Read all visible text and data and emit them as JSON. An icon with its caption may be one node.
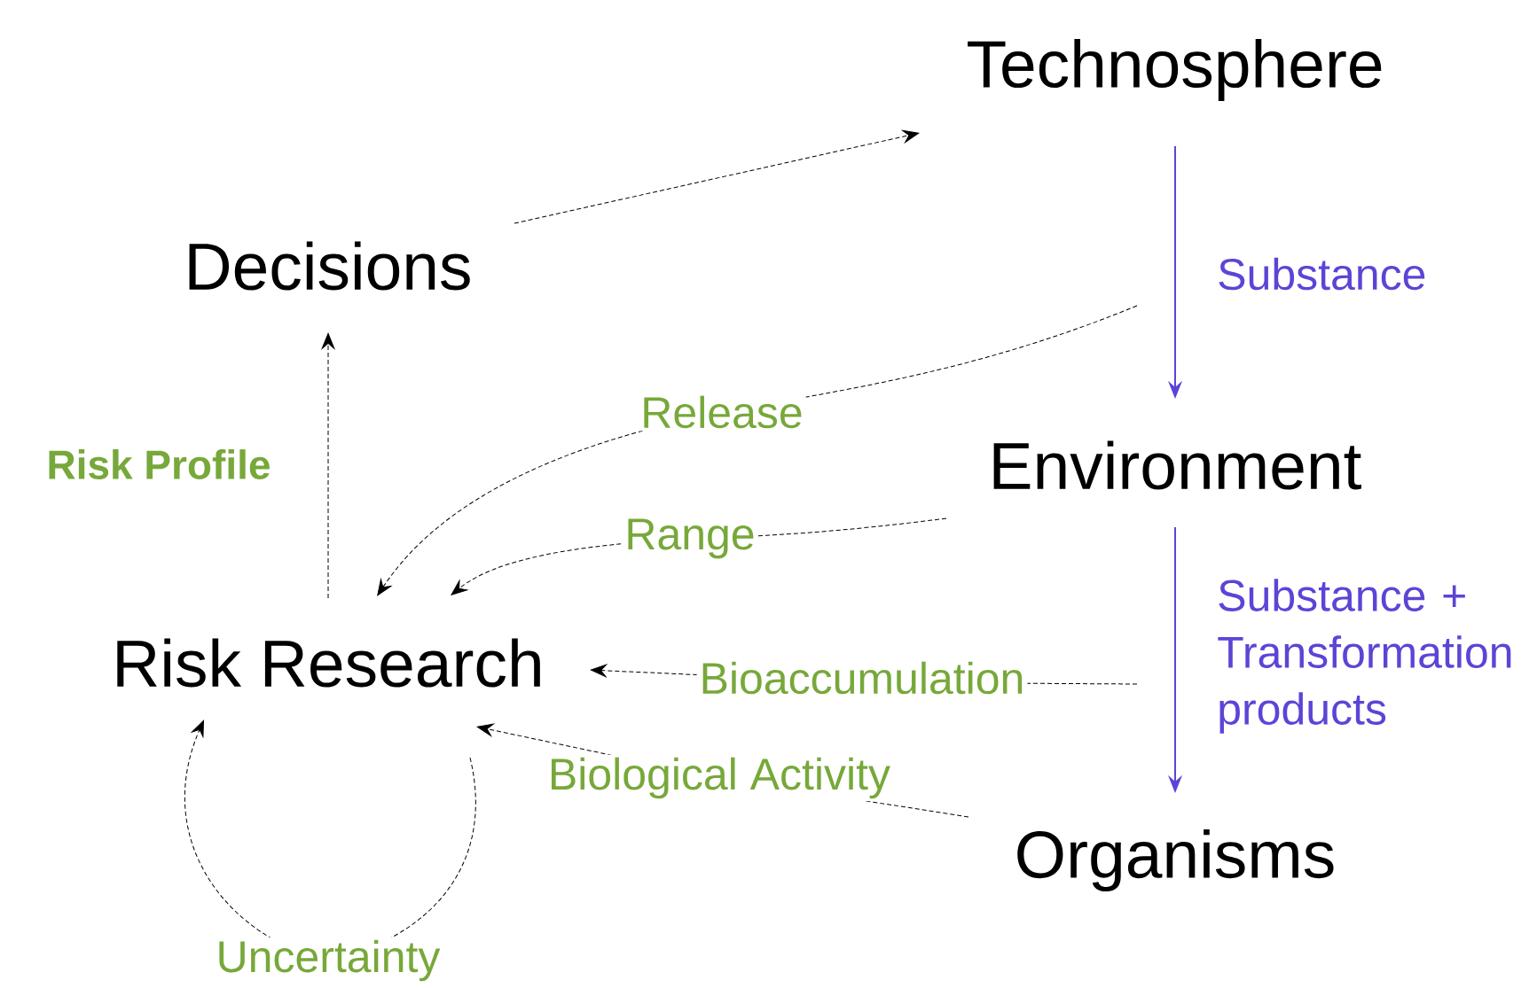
{
  "diagram": {
    "nodes": [
      {
        "text": [
          "Technosphere"
        ]
      },
      {
        "text": [
          "Decisions"
        ]
      },
      {
        "text": [
          "Environment"
        ]
      },
      {
        "text": [
          "Risk Research"
        ]
      },
      {
        "text": [
          "Organisms"
        ]
      }
    ],
    "edges": [
      {
        "from": 1,
        "to": 0,
        "arrow": "to",
        "style": "dashed"
      },
      {
        "from": 0,
        "to": 2,
        "arrow": "to",
        "label": "Substance",
        "color": "#5b45d6"
      },
      {
        "from": 2,
        "to": 4,
        "arrow": "to",
        "label": "Substance + Transformation products",
        "color": "#5b45d6"
      },
      {
        "from": null,
        "to": 3,
        "arrow": "to",
        "label": "Release",
        "style": "dashed"
      },
      {
        "from": 2,
        "to": 3,
        "arrow": "to",
        "label": "Range",
        "style": "dashed"
      },
      {
        "from": null,
        "to": 3,
        "arrow": "to",
        "label": "Bioaccumulation",
        "style": "dashed"
      },
      {
        "from": 4,
        "to": 3,
        "arrow": "to",
        "label": "Biological Activity",
        "style": "dashed"
      },
      {
        "from": 3,
        "to": 1,
        "arrow": "to",
        "label": "Risk Profile",
        "style": "dashed"
      },
      {
        "from": 3,
        "to": 3,
        "arrow": "to",
        "label": "Uncertainty",
        "style": "dashed"
      }
    ]
  }
}
